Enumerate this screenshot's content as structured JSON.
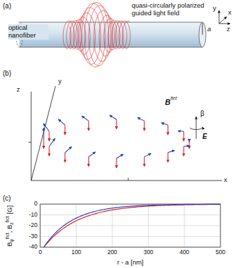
{
  "diagram": {
    "labels": [
      "(a)",
      "optical nanofiber",
      "quasi-circularly polarized guided light field",
      "a",
      "y",
      "x",
      "z",
      "(b)",
      "z",
      "y",
      "B",
      "fict",
      "β",
      "E",
      "x",
      "(c)",
      "B",
      "φ",
      "fict",
      ", B",
      "z",
      "fict",
      " [G]",
      "0",
      "-10",
      "-20",
      "-30",
      "-40",
      "0",
      "100",
      "200",
      "300",
      "400",
      "500",
      "r - a [nm]"
    ]
  }
}
